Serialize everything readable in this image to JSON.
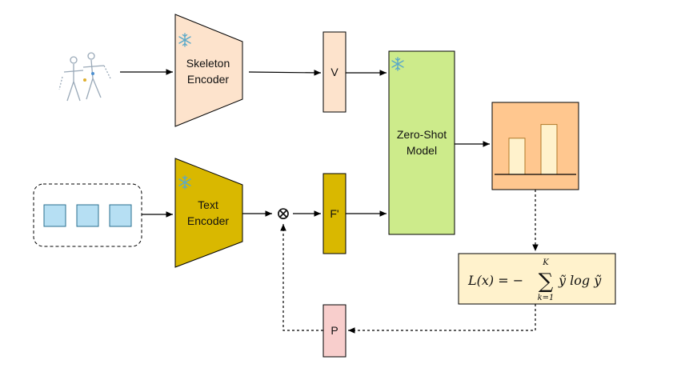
{
  "skeleton_encoder": {
    "line1": "Skeleton",
    "line2": "Encoder"
  },
  "text_encoder": {
    "line1": "Text",
    "line2": "Encoder"
  },
  "zero_shot_model": {
    "line1": "Zero-Shot",
    "line2": "Model"
  },
  "v_label": "V",
  "f_prime_label": "F'",
  "p_label": "P",
  "multiply_symbol": "⊗",
  "loss_formula": {
    "lhs": "L(x) = −",
    "sum_symbol": "∑",
    "upper_limit": "K",
    "lower_limit": "k=1",
    "rhs": "ỹ log ỹ"
  },
  "icons": {
    "frozen": "snowflake-icon",
    "skeleton": "skeleton-pose-icon",
    "chart": "bar-chart-icon"
  },
  "colors": {
    "skeleton_encoder": "#fde3cc",
    "v_box": "#fde3cc",
    "text_encoder": "#d9b800",
    "f_prime_box": "#d9b800",
    "zero_shot_model": "#cdeb8b",
    "chart_bg": "#ffc78f",
    "chart_bar": "#fff2cc",
    "text_tokens": "#b6dff3",
    "formula_box": "#fff2cc",
    "p_box": "#f8cecc",
    "snowflake": "#5aa9c9"
  },
  "chart_data": {
    "type": "bar",
    "categories": [
      "",
      ""
    ],
    "values": [
      0.58,
      0.8
    ],
    "ylim": [
      0,
      1
    ],
    "title": "",
    "xlabel": "",
    "ylabel": ""
  }
}
